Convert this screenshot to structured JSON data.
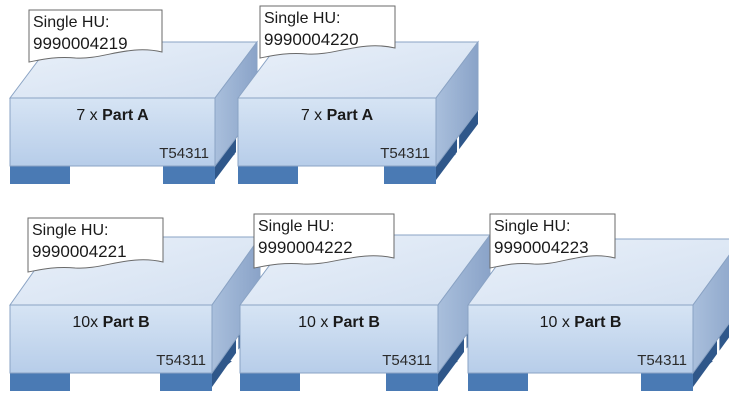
{
  "colors": {
    "top": "#dfe9f6",
    "front": "#c6d8ee",
    "side": "#90a9cd",
    "skid_front": "#4a7ab4",
    "skid_side": "#2f578a",
    "edge": "#8aa3c4",
    "tag_border": "#6a6a6a"
  },
  "pallets": [
    {
      "tag_title": "Single HU:",
      "hu_number": "9990004219",
      "qty_prefix": "7 x ",
      "part": "Part A",
      "code": "T54311"
    },
    {
      "tag_title": "Single HU:",
      "hu_number": "9990004220",
      "qty_prefix": "7 x ",
      "part": "Part A",
      "code": "T54311"
    },
    {
      "tag_title": "Single HU:",
      "hu_number": "9990004221",
      "qty_prefix": "10x ",
      "part": "Part B",
      "code": "T54311"
    },
    {
      "tag_title": "Single HU:",
      "hu_number": "9990004222",
      "qty_prefix": "10 x ",
      "part": "Part B",
      "code": "T54311"
    },
    {
      "tag_title": "Single HU:",
      "hu_number": "9990004223",
      "qty_prefix": "10 x ",
      "part": "Part B",
      "code": "T54311"
    }
  ]
}
